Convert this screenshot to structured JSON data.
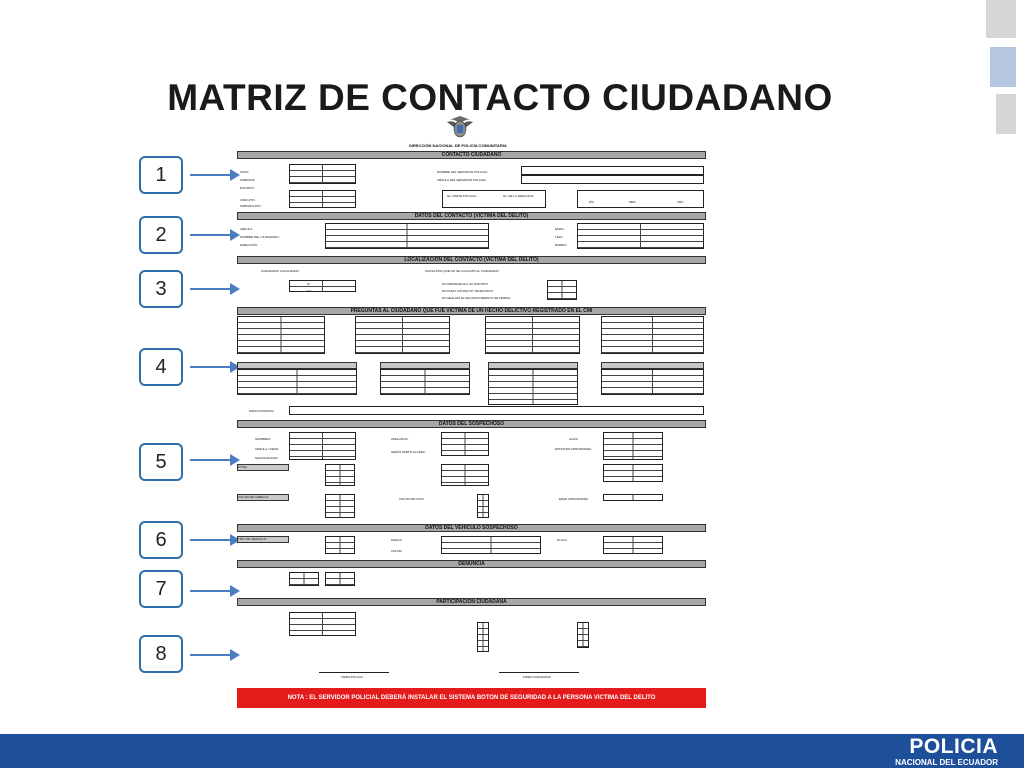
{
  "slide": {
    "title": "MATRIZ DE CONTACTO CIUDADANO"
  },
  "steps": [
    "1",
    "2",
    "3",
    "4",
    "5",
    "6",
    "7",
    "8"
  ],
  "icons": {
    "emblem": "coat-of-arms-icon",
    "arrow": "arrow-right-icon"
  },
  "colors": {
    "brand_blue": "#1e4f9a",
    "badge_border": "#2e6fa8",
    "note_red": "#e31b1b"
  },
  "form": {
    "org": "DIRECCIÓN NACIONAL DE POLICÍA COMUNITARIA",
    "sections": {
      "contacto": "CONTACTO CIUDADANO",
      "datos_contacto": "DATOS DEL CONTACTO (VICTIMA DEL DELITO)",
      "localizacion": "LOCALIZACIÓN DEL CONTACTO (VICTIMA DEL DELITO)",
      "preguntas": "PREGUNTAS AL CIUDADANO QUE FUE VICTIMA DE UN HECHO DELICTIVO REGISTRADO EN EL CMI",
      "sospechoso": "DATOS DEL SOSPECHOSO",
      "vehiculo": "DATOS DEL VEHICULO SOSPECHOSO",
      "denuncia": "DENUNCIA",
      "participacion": "PARTICIPACIÓN CIUDADANA"
    },
    "labels": {
      "zona": "ZONA:",
      "subzona": "SUBZONA:",
      "distrito": "DISTRITO:",
      "circuito": "CIRCUITO:",
      "subcircuito": "SUBCIRCUITO:",
      "nombre_servidor": "NOMBRE DEL SERVIDOR POLICIAL",
      "cedula_servidor": "CÉDULA DEL SERVIDOR POLICIAL",
      "parte": "No. PARTE POLICIAL",
      "denuncia_no": "No. DE LA DENUNCIA",
      "dia": "DÍA",
      "mes": "MES",
      "anio": "AÑO",
      "cedula": "CÉDULA:",
      "nombre_ciudadano": "NOMBRE DEL CIUDADANO:",
      "direccion": "DIRECCIÓN:",
      "email": "EMAIL:",
      "telf": "TELF:",
      "barrio": "BARRIO:",
      "ciudadano_localizado": "CIUDADANO LOCALIZADO",
      "causa": "CAUSA POR QUE NO SE LOCALIZÓ AL CIUDADANO",
      "si": "SI",
      "no": "NO",
      "causa_1": "NO PERTENECE A SU DISTRITO",
      "causa_2": "NO PUDO CONTACTO TELEFONICO",
      "causa_3": "NO REALIZÓ EL RECONOCIMIENTO DE FIRMAS",
      "marca_ip": "MARCA IP(PASO):",
      "nombres": "NOMBRES:",
      "apellidos": "APELLIDOS:",
      "alias": "ALIAS:",
      "cedula_cedo": "CÉDULA / CEDO:",
      "nacionalidad": "NACIONALIDAD:",
      "senas": "SEÑAS PARTICULARES:",
      "estatura": "ESTATURA APROXIMADA:",
      "etnia": "ETNIA",
      "color_cabello": "COLOR DE CABELLO",
      "color_ojos": "COLOR DE OJOS",
      "edad": "EDAD APROXIMADA",
      "tipo_vehiculo": "TIPO DE VEHICULO",
      "marca": "MARCA",
      "placa": "PLACA",
      "color": "COLOR",
      "firma_policia": "FIRMA POLICIA",
      "firma_ciudadano": "FIRMA CIUDADANO"
    },
    "note": "NOTA : EL SERVIDOR POLICIAL DEBERÁ INSTALAR EL SISTEMA BOTON DE SEGURIDAD A LA PERSONA VICTIMA DEL DELITO"
  },
  "footer": {
    "brand": "POLICIA",
    "subtitle": "NACIONAL DEL ECUADOR"
  }
}
